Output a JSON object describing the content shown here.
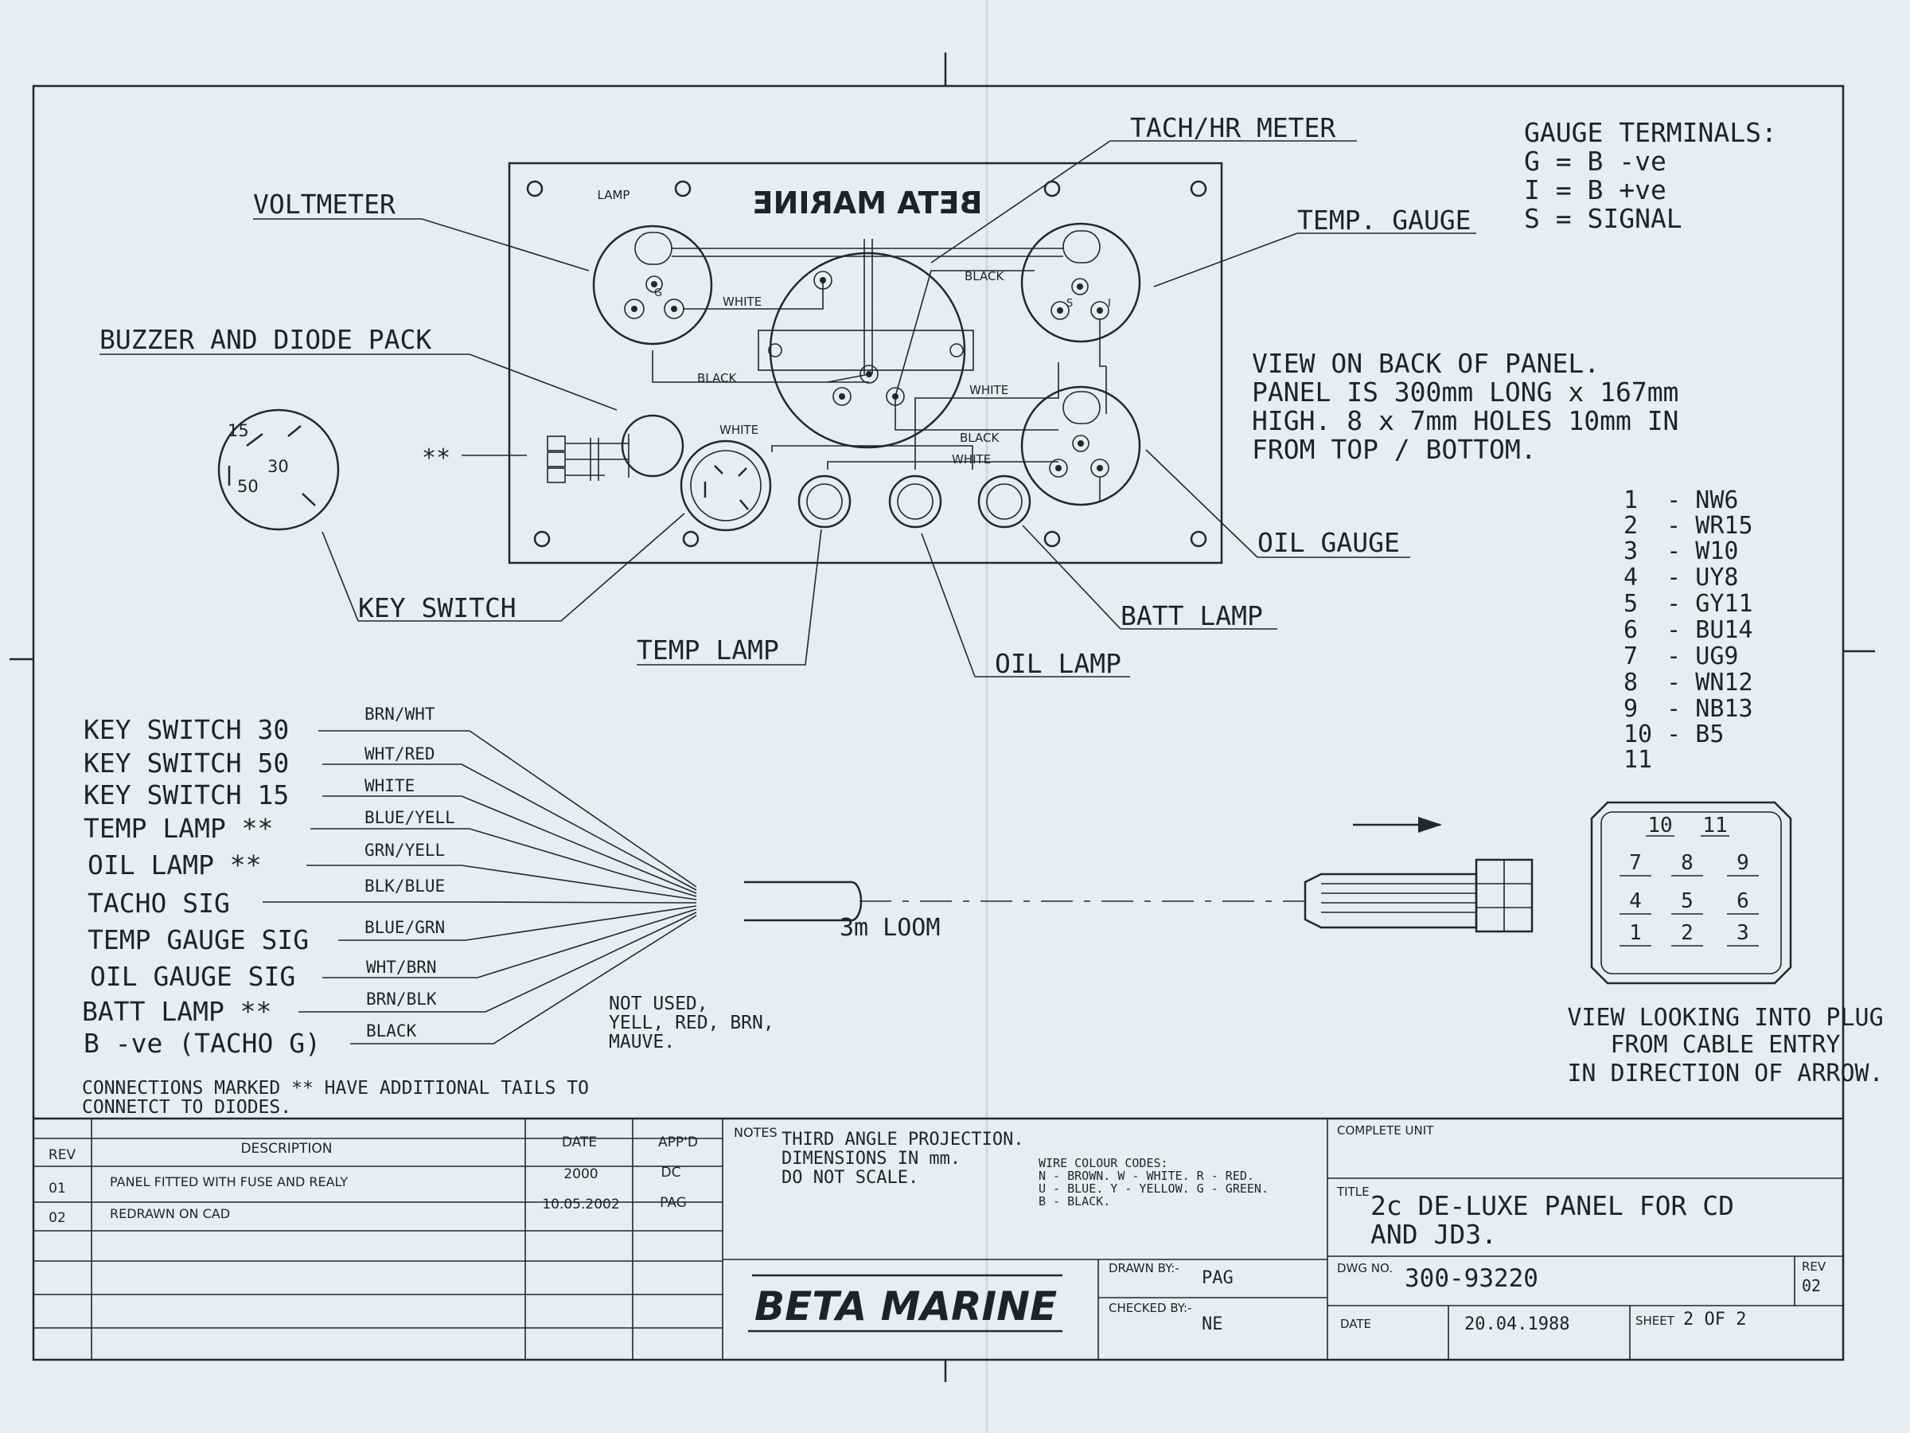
{
  "colors": {
    "paper": "#e9ecf1",
    "ink": "#23272e"
  },
  "labels": {
    "tach_hr_meter": "TACH/HR METER",
    "voltmeter": "VOLTMETER",
    "temp_gauge": "TEMP. GAUGE",
    "buzzer_diode": "BUZZER AND DIODE PACK",
    "oil_gauge": "OIL GAUGE",
    "key_switch": "KEY SWITCH",
    "batt_lamp": "BATT LAMP",
    "temp_lamp": "TEMP LAMP",
    "oil_lamp": "OIL LAMP",
    "stars": "**",
    "lamp_small": "LAMP",
    "panel_brand": "BETA MARINE",
    "ks_15": "15",
    "ks_30": "30",
    "ks_50": "50",
    "loom": "3m LOOM",
    "wire_white_1": "WHITE",
    "wire_black_1": "BLACK",
    "wire_black_2": "BLACK",
    "wire_white_2": "WHITE",
    "wire_white_3": "WHITE",
    "wire_black_3": "BLACK",
    "wire_white_4": "WHITE",
    "term_g": "G",
    "term_i": "I",
    "term_s": "S"
  },
  "gauge_terminals": {
    "title": "GAUGE TERMINALS:",
    "lines": [
      "G = B -ve",
      "I = B +ve",
      "S = SIGNAL"
    ]
  },
  "view_note": [
    "VIEW ON BACK OF PANEL.",
    "PANEL IS 300mm LONG x 167mm",
    "HIGH. 8 x 7mm HOLES 10mm IN",
    "FROM TOP / BOTTOM."
  ],
  "pin_list": [
    "1  - NW6",
    "2  - WR15",
    "3  - W10",
    "4  - UY8",
    "5  - GY11",
    "6  - BU14",
    "7  - UG9",
    "8  - WN12",
    "9  - NB13",
    "10 - B5",
    "11"
  ],
  "connections": [
    {
      "label": "KEY SWITCH 30",
      "wire": "BRN/WHT"
    },
    {
      "label": "KEY SWITCH 50",
      "wire": "WHT/RED"
    },
    {
      "label": "KEY SWITCH 15",
      "wire": "WHITE"
    },
    {
      "label": "TEMP LAMP **",
      "wire": "BLUE/YELL"
    },
    {
      "label": "OIL LAMP **",
      "wire": "GRN/YELL"
    },
    {
      "label": "TACHO SIG",
      "wire": "BLK/BLUE"
    },
    {
      "label": "TEMP GAUGE SIG",
      "wire": "BLUE/GRN"
    },
    {
      "label": "OIL GAUGE SIG",
      "wire": "WHT/BRN"
    },
    {
      "label": "BATT LAMP **",
      "wire": "BRN/BLK"
    },
    {
      "label": "B -ve (TACHO G)",
      "wire": "BLACK"
    }
  ],
  "not_used": [
    "NOT USED,",
    "YELL, RED, BRN,",
    "MAUVE."
  ],
  "connections_note": [
    "CONNECTIONS MARKED ** HAVE ADDITIONAL TAILS TO",
    "CONNETCT TO DIODES."
  ],
  "plug_pins": {
    "row1": [
      "10",
      "11"
    ],
    "row2": [
      "7",
      "8",
      "9"
    ],
    "row3": [
      "4",
      "5",
      "6"
    ],
    "row4": [
      "1",
      "2",
      "3"
    ]
  },
  "plug_note": [
    "VIEW LOOKING INTO PLUG",
    "FROM CABLE ENTRY",
    "IN DIRECTION OF ARROW."
  ],
  "title_block": {
    "rev_header": "REV",
    "description_header": "DESCRIPTION",
    "date_header": "DATE",
    "appd_header": "APP'D",
    "revisions": [
      {
        "rev": "01",
        "description": "PANEL FITTED WITH FUSE AND REALY",
        "date": "2000",
        "appd": "DC"
      },
      {
        "rev": "02",
        "description": "REDRAWN ON CAD",
        "date": "10.05.2002",
        "appd": "PAG"
      }
    ],
    "notes_label": "NOTES",
    "notes": [
      "THIRD ANGLE PROJECTION.",
      "DIMENSIONS IN mm.",
      "DO NOT SCALE."
    ],
    "wire_codes": [
      "WIRE COLOUR CODES:",
      "N - BROWN.  W - WHITE.  R - RED.",
      "U - BLUE.  Y - YELLOW.  G - GREEN.",
      "B - BLACK."
    ],
    "brand": "BETA MARINE",
    "drawn_by_label": "DRAWN BY:-",
    "drawn_by": "PAG",
    "checked_by_label": "CHECKED BY:-",
    "checked_by": "NE",
    "complete_unit_label": "COMPLETE UNIT",
    "title_label": "TITLE",
    "title": [
      "2c DE-LUXE PANEL FOR CD",
      "AND JD3."
    ],
    "dwg_no_label": "DWG NO.",
    "dwg_no": "300-93220",
    "rev_label": "REV",
    "rev": "02",
    "date_label": "DATE",
    "date": "20.04.1988",
    "sheet_label": "SHEET",
    "sheet": "2 OF 2"
  }
}
